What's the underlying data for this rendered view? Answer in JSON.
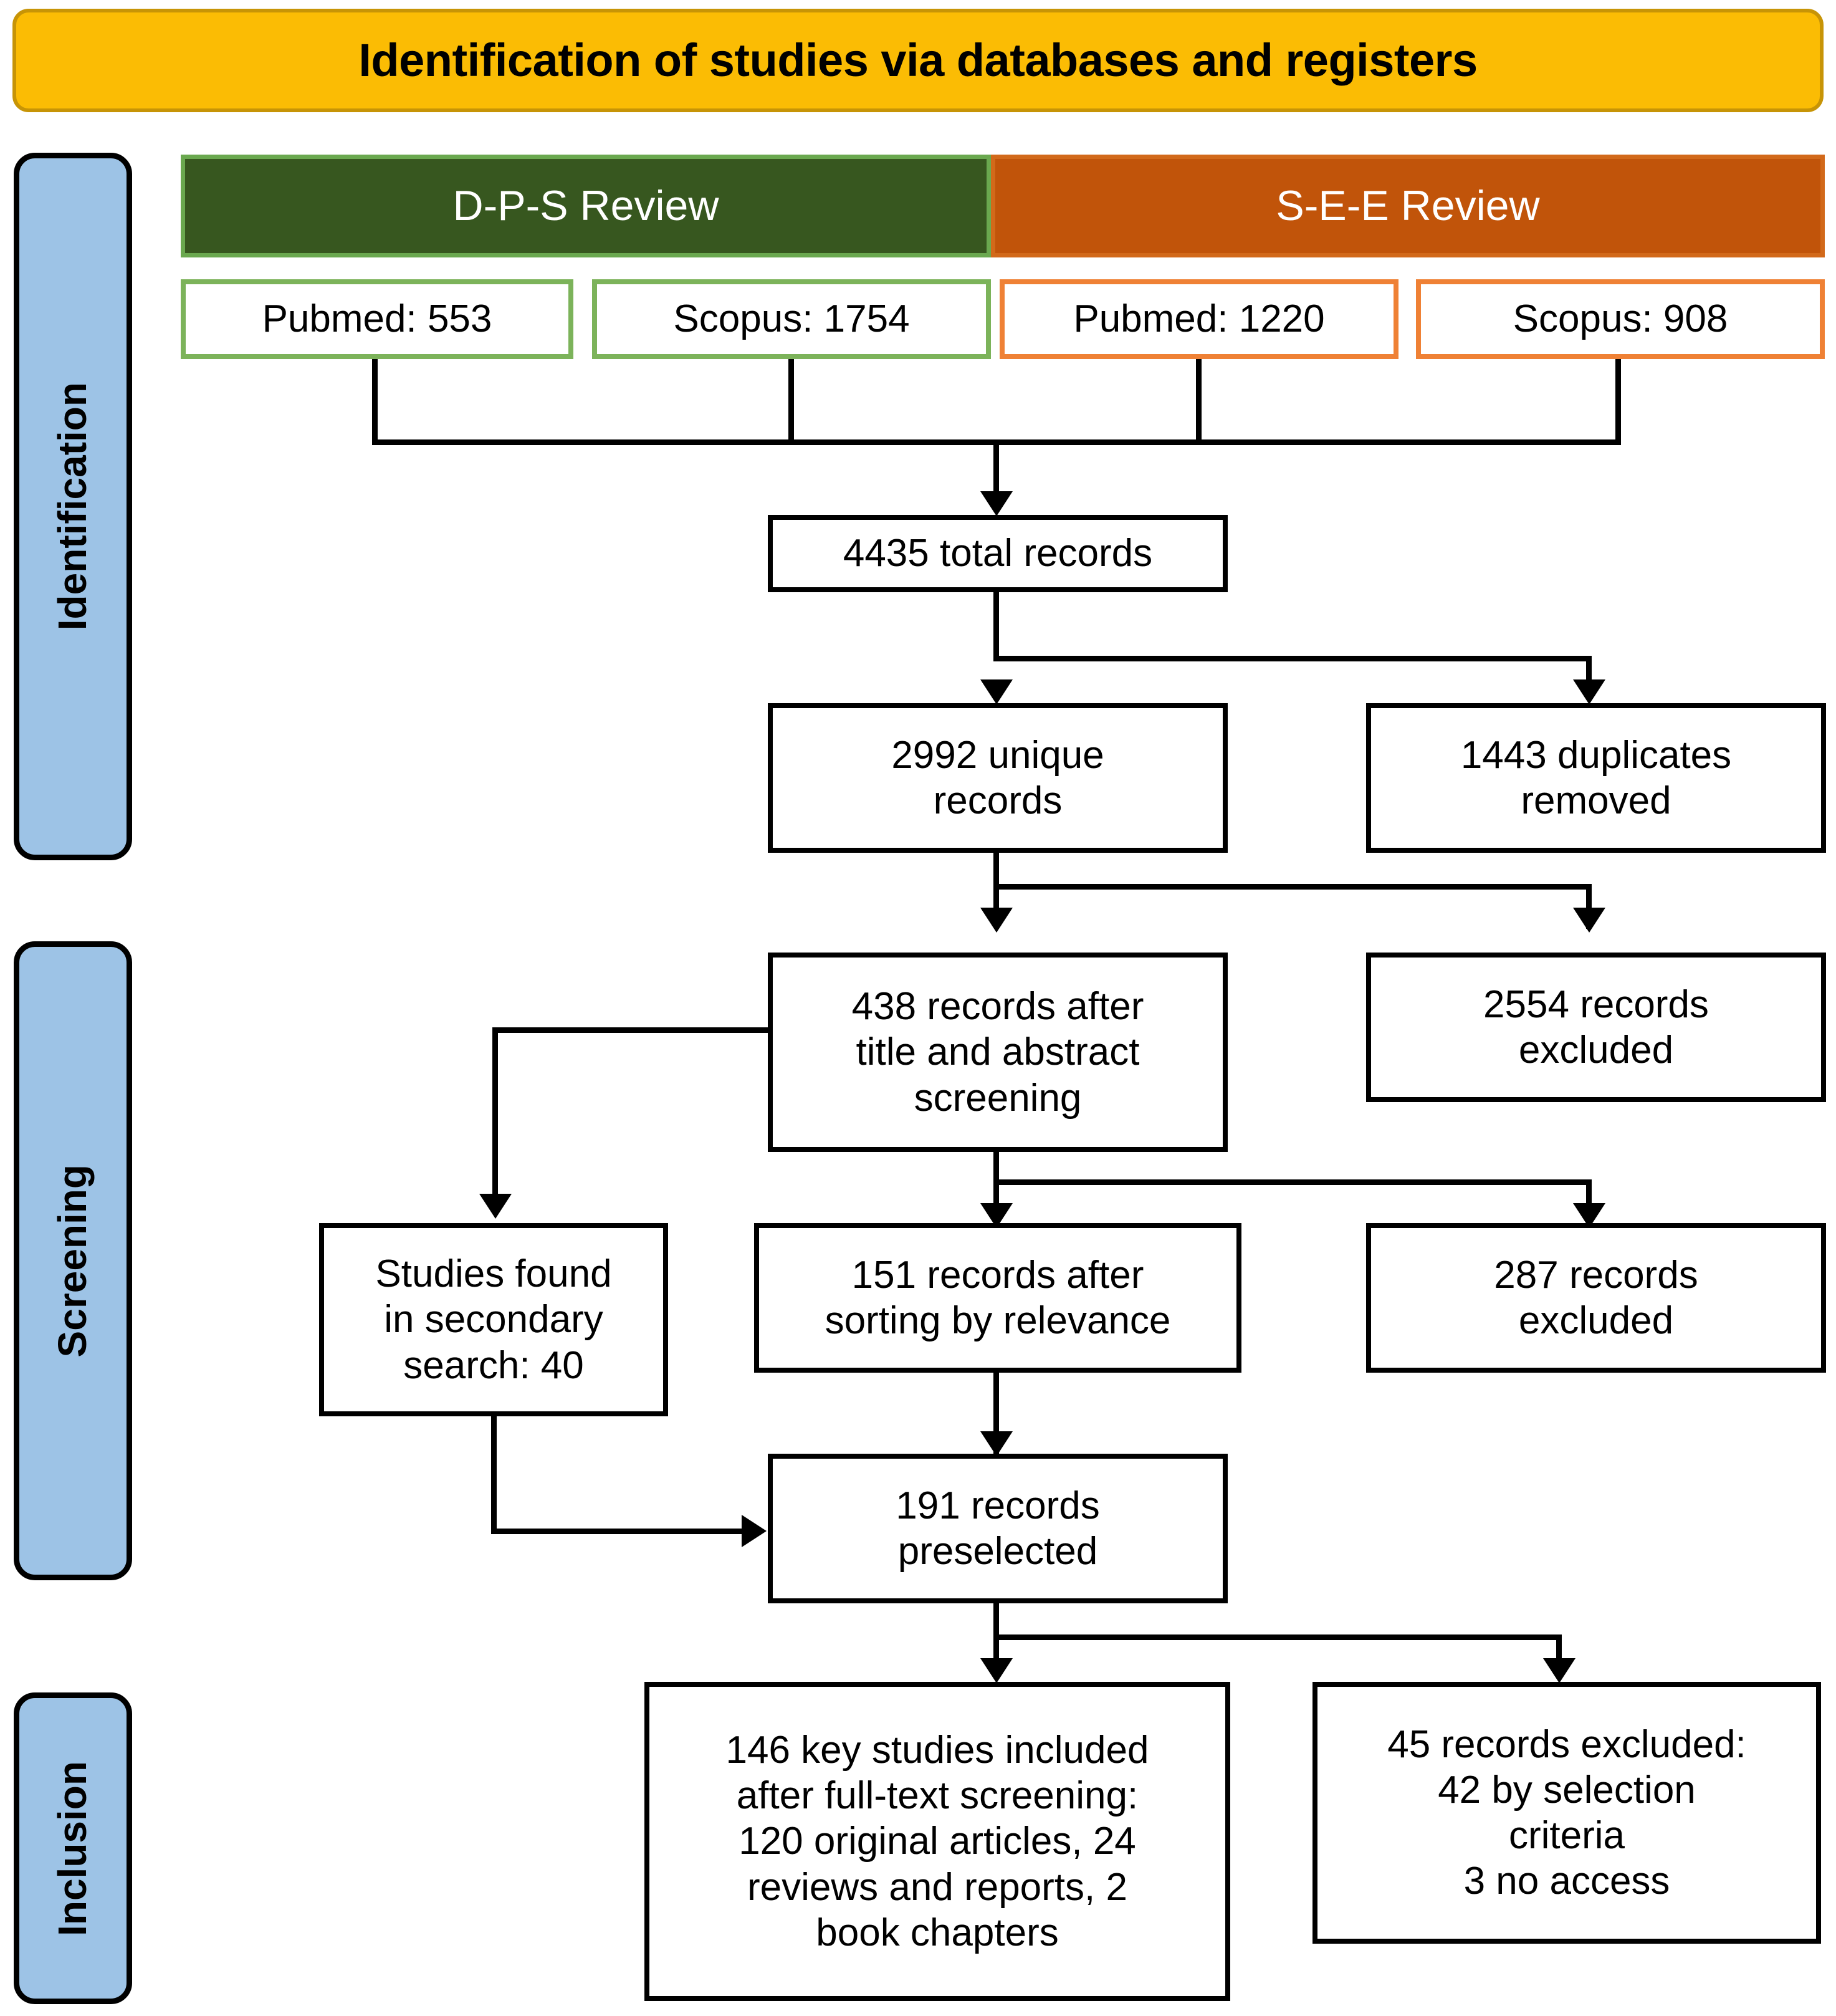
{
  "banner": {
    "title": "Identification of studies via databases and registers"
  },
  "stages": [
    {
      "label": "Identification"
    },
    {
      "label": "Screening"
    },
    {
      "label": "Inclusion"
    }
  ],
  "review_groups": [
    {
      "label": "D-P-S Review",
      "color": "#37571f"
    },
    {
      "label": "S-E-E Review",
      "color": "#c1540a"
    }
  ],
  "sources": [
    {
      "label": "Pubmed: 553",
      "group": "D-P-S Review",
      "database": "Pubmed",
      "count": 553,
      "accent": "#7cb35a"
    },
    {
      "label": "Scopus: 1754",
      "group": "D-P-S Review",
      "database": "Scopus",
      "count": 1754,
      "accent": "#7cb35a"
    },
    {
      "label": "Pubmed: 1220",
      "group": "S-E-E Review",
      "database": "Pubmed",
      "count": 1220,
      "accent": "#ef8135"
    },
    {
      "label": "Scopus: 908",
      "group": "S-E-E Review",
      "database": "Scopus",
      "count": 908,
      "accent": "#ef8135"
    }
  ],
  "flow": {
    "total_records": "4435 total records",
    "unique_records_l1": "2992 unique",
    "unique_records_l2": "records",
    "duplicates_l1": "1443 duplicates",
    "duplicates_l2": "removed",
    "after_title_abstract_l1": "438 records after",
    "after_title_abstract_l2": "title and abstract",
    "after_title_abstract_l3": "screening",
    "excluded_2554_l1": "2554 records",
    "excluded_2554_l2": "excluded",
    "secondary_search_l1": "Studies found",
    "secondary_search_l2": "in secondary",
    "secondary_search_l3": "search: 40",
    "after_sorting_l1": "151 records after",
    "after_sorting_l2": "sorting by relevance",
    "excluded_287_l1": "287 records",
    "excluded_287_l2": "excluded",
    "preselected_l1": "191 records",
    "preselected_l2": "preselected",
    "included_l1": "146 key studies included",
    "included_l2": "after full-text screening:",
    "included_l3": "120 original articles, 24",
    "included_l4": "reviews and reports, 2",
    "included_l5": "book chapters",
    "excluded_45_l1": "45 records excluded:",
    "excluded_45_l2": "42 by selection",
    "excluded_45_l3": "criteria",
    "excluded_45_l4": "3 no access"
  },
  "chart_data": {
    "type": "diagram",
    "title": "Identification of studies via databases and registers",
    "stages": [
      "Identification",
      "Screening",
      "Inclusion"
    ],
    "nodes": [
      {
        "id": "pubmed_dps",
        "label": "Pubmed: 553",
        "value": 553,
        "stage": "Identification"
      },
      {
        "id": "scopus_dps",
        "label": "Scopus: 1754",
        "value": 1754,
        "stage": "Identification"
      },
      {
        "id": "pubmed_see",
        "label": "Pubmed: 1220",
        "value": 1220,
        "stage": "Identification"
      },
      {
        "id": "scopus_see",
        "label": "Scopus: 908",
        "value": 908,
        "stage": "Identification"
      },
      {
        "id": "total",
        "label": "4435 total records",
        "value": 4435,
        "stage": "Identification"
      },
      {
        "id": "unique",
        "label": "2992 unique records",
        "value": 2992,
        "stage": "Identification"
      },
      {
        "id": "duplicates",
        "label": "1443 duplicates removed",
        "value": 1443,
        "stage": "Identification"
      },
      {
        "id": "after_ta",
        "label": "438 records after title and abstract screening",
        "value": 438,
        "stage": "Screening"
      },
      {
        "id": "excl2554",
        "label": "2554 records excluded",
        "value": 2554,
        "stage": "Screening"
      },
      {
        "id": "secondary",
        "label": "Studies found in secondary search: 40",
        "value": 40,
        "stage": "Screening"
      },
      {
        "id": "after_sort",
        "label": "151 records after sorting by relevance",
        "value": 151,
        "stage": "Screening"
      },
      {
        "id": "excl287",
        "label": "287 records excluded",
        "value": 287,
        "stage": "Screening"
      },
      {
        "id": "presel",
        "label": "191 records preselected",
        "value": 191,
        "stage": "Screening"
      },
      {
        "id": "included",
        "label": "146 key studies included after full-text screening: 120 original articles, 24 reviews and reports, 2 book chapters",
        "value": 146,
        "stage": "Inclusion"
      },
      {
        "id": "excl45",
        "label": "45 records excluded: 42 by selection criteria 3 no access",
        "value": 45,
        "stage": "Inclusion"
      }
    ],
    "edges": [
      [
        "pubmed_dps",
        "total"
      ],
      [
        "scopus_dps",
        "total"
      ],
      [
        "pubmed_see",
        "total"
      ],
      [
        "scopus_see",
        "total"
      ],
      [
        "total",
        "unique"
      ],
      [
        "total",
        "duplicates"
      ],
      [
        "unique",
        "after_ta"
      ],
      [
        "unique",
        "excl2554"
      ],
      [
        "after_ta",
        "secondary"
      ],
      [
        "after_ta",
        "after_sort"
      ],
      [
        "after_ta",
        "excl287"
      ],
      [
        "after_sort",
        "presel"
      ],
      [
        "secondary",
        "presel"
      ],
      [
        "presel",
        "included"
      ],
      [
        "presel",
        "excl45"
      ]
    ]
  }
}
